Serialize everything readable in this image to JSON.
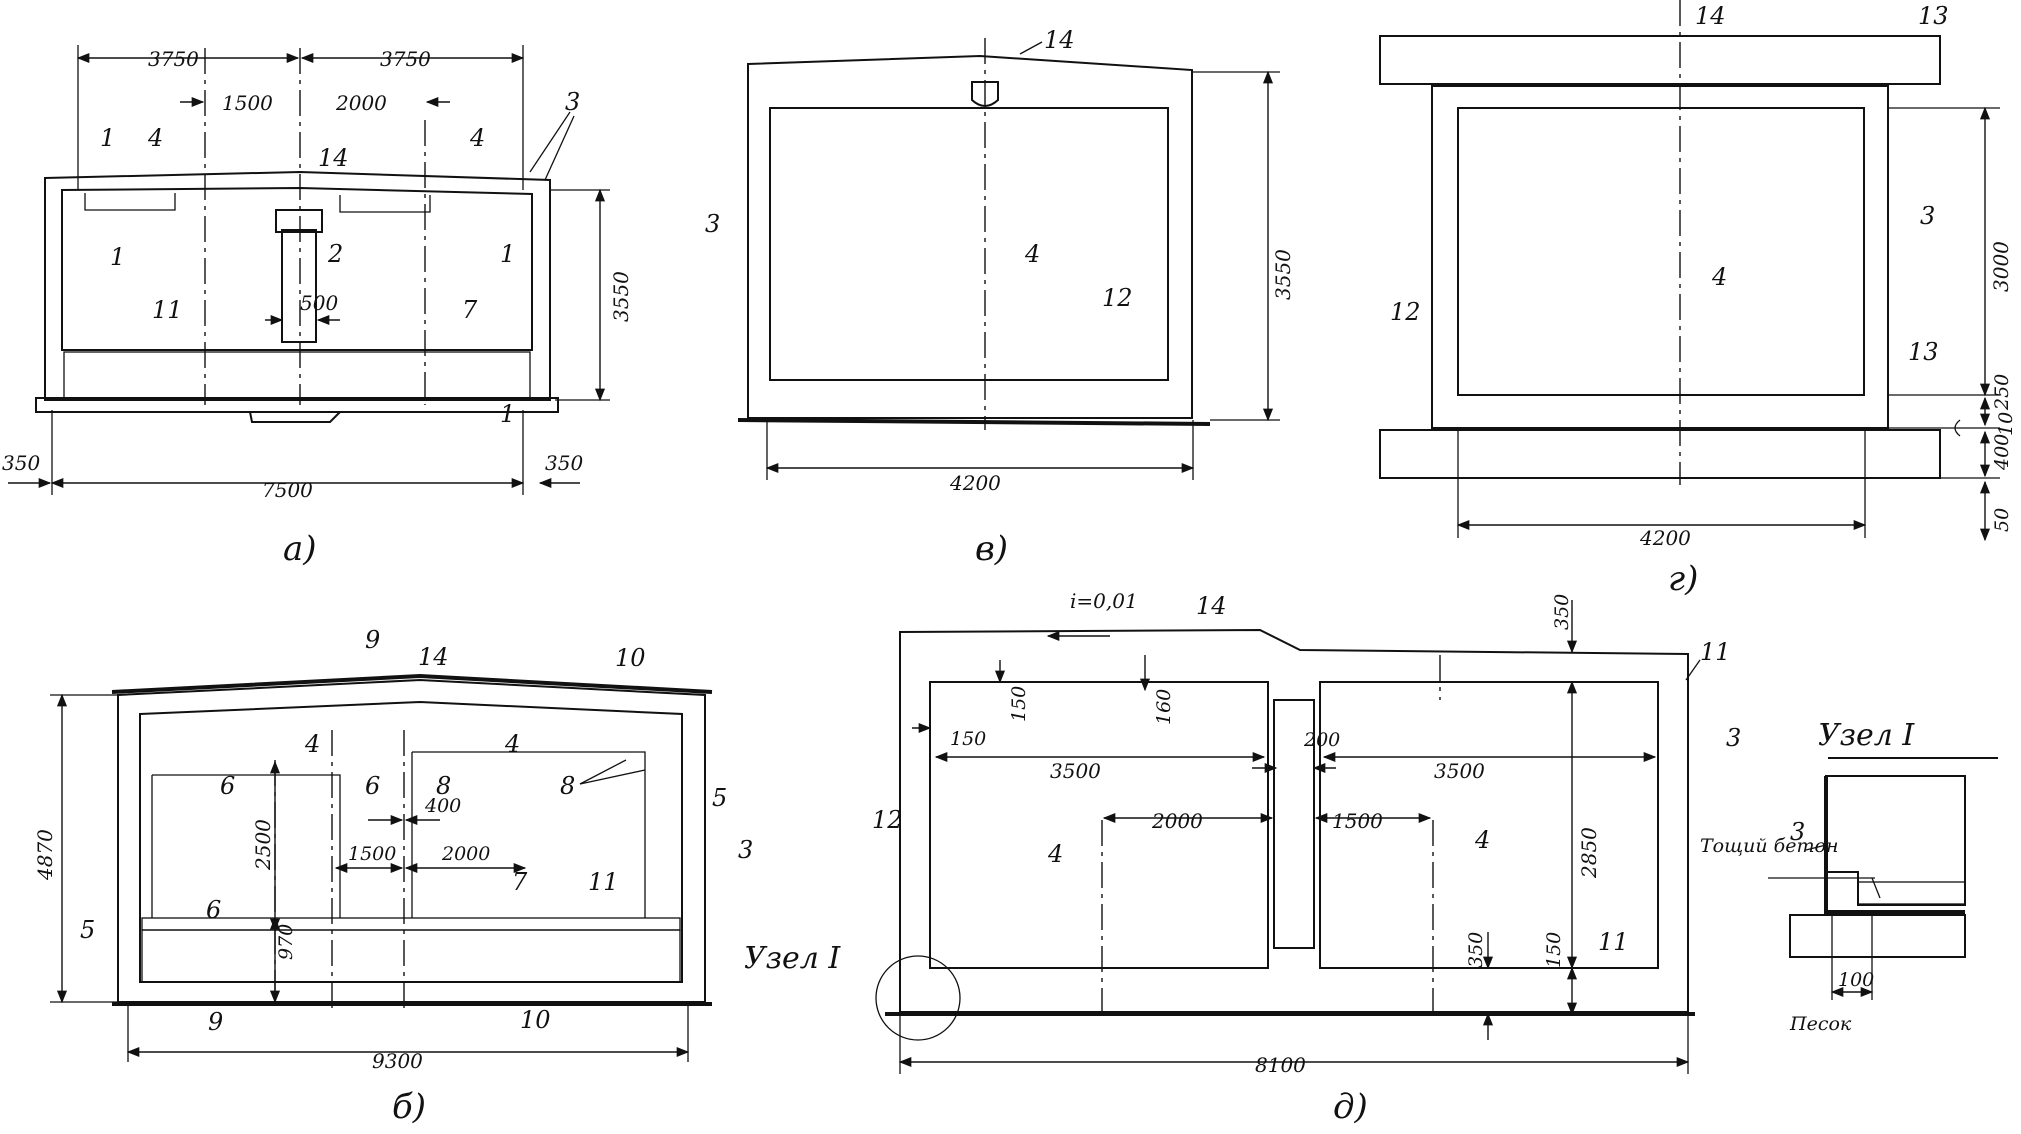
{
  "figure_a": {
    "caption": "а)",
    "dims": {
      "top_left": "3750",
      "top_right": "3750",
      "inner_left": "1500",
      "inner_right": "2000",
      "height": "3550",
      "column": "500",
      "total": "7500",
      "left_edge": "350",
      "right_edge": "350"
    },
    "callouts": {
      "c1_top": "1",
      "c4_left": "4",
      "c14": "14",
      "c4_right": "4",
      "c3": "3",
      "c1_left_mid": "1",
      "c2": "2",
      "c1_right": "1",
      "c11": "11",
      "c7": "7",
      "c1_bottom": "1"
    }
  },
  "figure_v": {
    "caption": "в)",
    "dims": {
      "height": "3550",
      "width": "4200"
    },
    "callouts": {
      "c14": "14",
      "c3": "3",
      "c4": "4",
      "c12": "12"
    }
  },
  "figure_g": {
    "caption": "г)",
    "dims": {
      "height": "3000",
      "gap_250": "250",
      "gap_10": "10",
      "slab": "400",
      "base": "50",
      "width": "4200"
    },
    "callouts": {
      "c14": "14",
      "c13_top": "13",
      "c3": "3",
      "c12": "12",
      "c4": "4",
      "c13_bottom": "13"
    }
  },
  "figure_b": {
    "caption": "б)",
    "dims": {
      "height": "4870",
      "inner": "2500",
      "d970": "970",
      "d400": "400",
      "d1500": "1500",
      "d2000": "2000",
      "total": "9300"
    },
    "callouts": {
      "c9_top": "9",
      "c14": "14",
      "c10_top": "10",
      "c4_left": "4",
      "c4_right": "4",
      "c6_left": "6",
      "c6_mid": "6",
      "c8_mid": "8",
      "c8_right": "8",
      "c5_right": "5",
      "c3": "3",
      "c5_left": "5",
      "c6_bottom": "6",
      "c7": "7",
      "c11": "11",
      "c9_bottom": "9",
      "c10_bottom": "10"
    }
  },
  "figure_d": {
    "caption": "д)",
    "slope": "i=0,01",
    "dims": {
      "d350_top": "350",
      "d150_a": "150",
      "d160": "160",
      "d150_b": "150",
      "d200": "200",
      "left_span": "3500",
      "right_span": "3500",
      "d2000": "2000",
      "d1500": "1500",
      "height": "2850",
      "d350_bottom": "350",
      "d150_bottom": "150",
      "total": "8100"
    },
    "callouts": {
      "c14": "14",
      "c11_top": "11",
      "c3": "3",
      "c12": "12",
      "c4_left": "4",
      "c4_right": "4",
      "c11_bottom": "11"
    },
    "node_label": "Узел I"
  },
  "node_detail": {
    "title": "Узел I",
    "c3": "3",
    "lean_concrete": "Тощий бетон",
    "dim": "100",
    "sand": "Песок"
  }
}
